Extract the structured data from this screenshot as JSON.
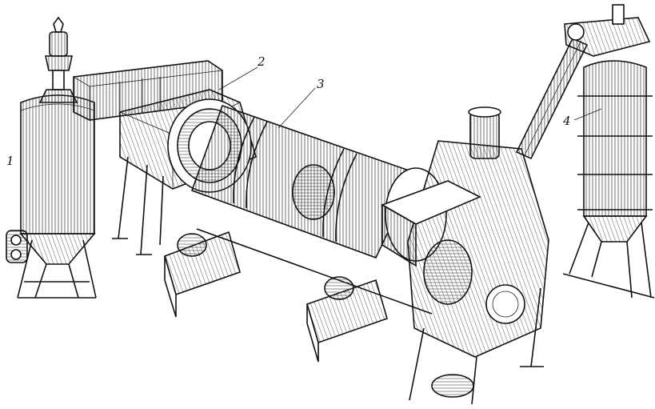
{
  "figure": {
    "labels": [
      {
        "id": "1",
        "text": "1"
      },
      {
        "id": "2",
        "text": "2"
      },
      {
        "id": "3",
        "text": "3"
      },
      {
        "id": "4",
        "text": "4"
      }
    ],
    "components": [
      {
        "name": "cyclone-collector",
        "icon": "cylinder-icon"
      },
      {
        "name": "burner-furnace",
        "icon": "furnace-icon"
      },
      {
        "name": "rotary-drum-dryer",
        "icon": "drum-icon"
      },
      {
        "name": "hot-elevator-bin",
        "icon": "silo-icon"
      }
    ]
  }
}
